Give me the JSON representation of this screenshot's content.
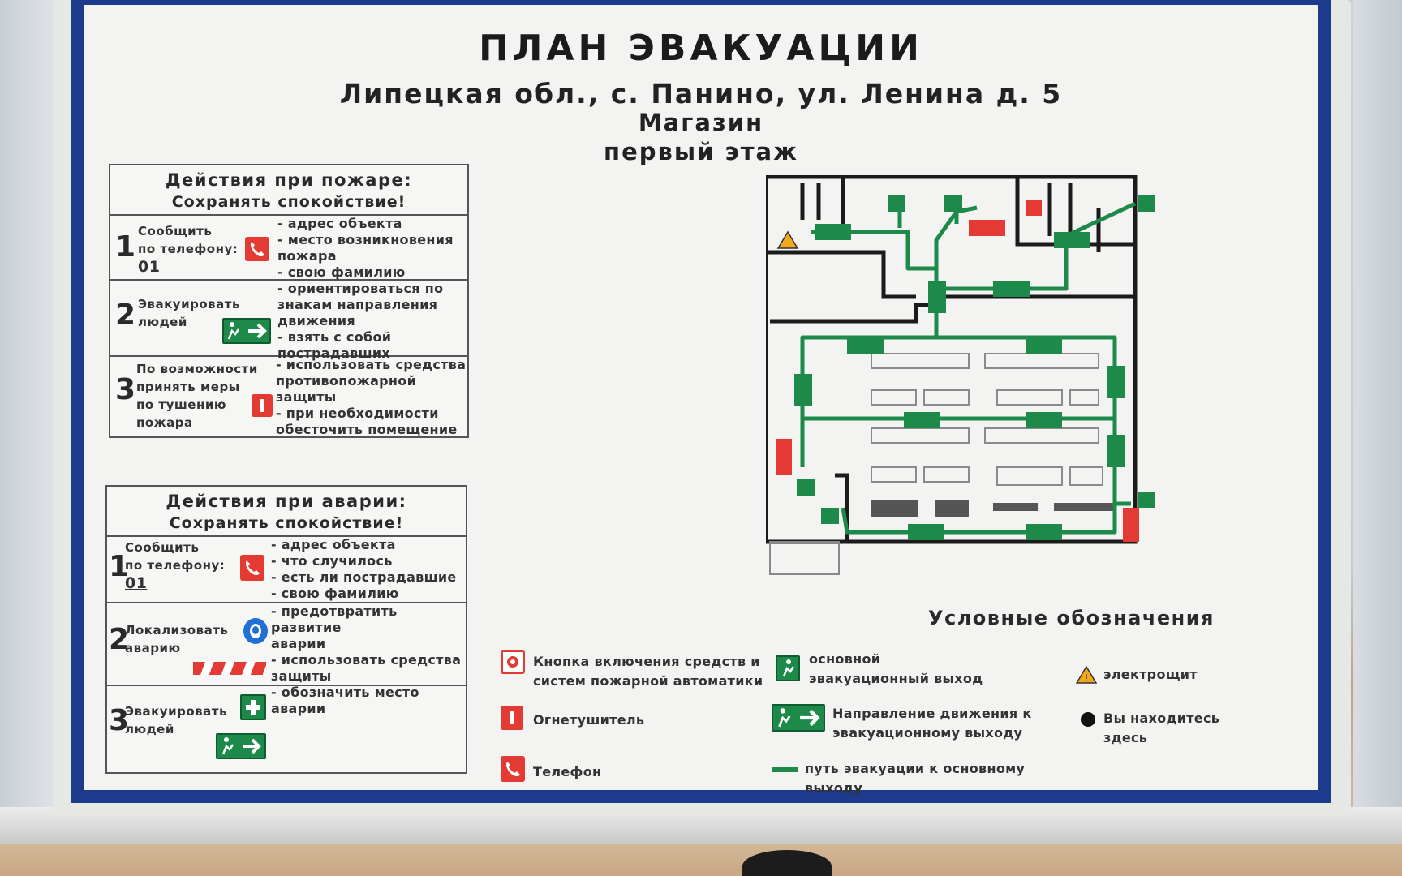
{
  "header": {
    "title": "ПЛАН ЭВАКУАЦИИ",
    "address": "Липецкая обл., с. Панино, ул. Ленина д. 5",
    "building": "Магазин",
    "floor": "первый этаж"
  },
  "fire_panel": {
    "title": "Действия при пожаре:",
    "subtitle": "Сохранять спокойствие!",
    "steps": [
      {
        "num": "1",
        "label_l1": "Сообщить",
        "label_l2": "по телефону:",
        "phone": "01",
        "d1": "- адрес объекта",
        "d2": "- место возникновения",
        "d3": "пожара",
        "d4": "- свою фамилию"
      },
      {
        "num": "2",
        "label_l1": "Эвакуировать",
        "label_l2": "людей",
        "d1": "- ориентироваться по",
        "d2": "знакам направления",
        "d3": "движения",
        "d4": "- взять с собой",
        "d5": "пострадавших"
      },
      {
        "num": "3",
        "label_l1": "По возможности",
        "label_l2": "принять меры",
        "label_l3": "по тушению",
        "label_l4": "пожара",
        "d1": "- использовать средства",
        "d2": "противопожарной",
        "d3": "защиты",
        "d4": "- при необходимости",
        "d5": "обесточить помещение"
      }
    ]
  },
  "accident_panel": {
    "title": "Действия при аварии:",
    "subtitle": "Сохранять спокойствие!",
    "steps": [
      {
        "num": "1",
        "label_l1": "Сообщить",
        "label_l2": "по телефону:",
        "phone": "01",
        "d1": "- адрес объекта",
        "d2": "- что случилось",
        "d3": "- есть ли пострадавшие",
        "d4": "- свою фамилию"
      },
      {
        "num": "2",
        "label_l1": "Локализовать",
        "label_l2": "аварию",
        "d1": "- предотвратить развитие",
        "d2": "аварии",
        "d3": "- использовать средства",
        "d4": "защиты",
        "d5": "- обозначить место аварии"
      },
      {
        "num": "3",
        "label_l1": "Эвакуировать",
        "label_l2": "людей"
      }
    ]
  },
  "legend": {
    "title": "Условные обозначения",
    "button_l1": "Кнопка включения средств и",
    "button_l2": "систем пожарной автоматики",
    "extinguisher": "Огнетушитель",
    "phone": "Телефон",
    "exit_l1": "основной",
    "exit_l2": "эвакуационный выход",
    "direction_l1": "Направление движения к",
    "direction_l2": "эвакуационному выходу",
    "path_l1": "путь эвакуации к основному",
    "path_l2": "выходу",
    "panel": "электрощит",
    "here_l1": "Вы находитесь",
    "here_l2": "здесь"
  },
  "colors": {
    "frame": "#1d3a8c",
    "route": "#1d8a4a",
    "alarm": "#e33b34",
    "walls": "#1b1b1b"
  },
  "icons": [
    "phone-icon",
    "exit-arrow-icon",
    "fire-extinguisher-icon",
    "fire-alarm-button-icon",
    "first-aid-icon",
    "gas-mask-icon",
    "electrical-panel-icon",
    "you-are-here-icon"
  ]
}
